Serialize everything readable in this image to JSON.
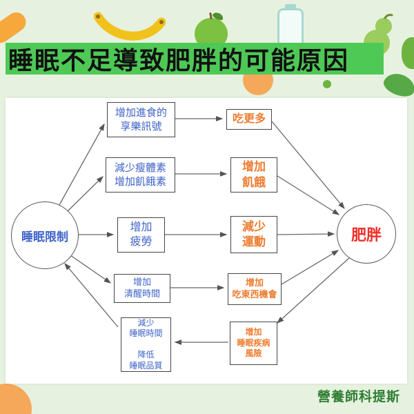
{
  "title": "睡眠不足導致肥胖的可能原因",
  "credit": "營養師科提斯",
  "diagram": {
    "left_node": "睡眠限制",
    "right_node": "肥胖",
    "rows": [
      {
        "cause": "增加進食的\n享樂訊號",
        "effect": "吃更多"
      },
      {
        "cause": "減少瘦體素\n增加飢餓素",
        "effect": "增加\n飢餓"
      },
      {
        "cause": "增加\n疲勞",
        "effect": "減少\n運動"
      },
      {
        "cause": "增加\n清醒時間",
        "effect": "增加\n吃東西機會"
      },
      {
        "cause": "減少\n睡眠時間\n\n降低\n睡眠品質",
        "effect": "增加\n睡眠疾病\n風險"
      }
    ]
  },
  "colors": {
    "title_highlight": "#4ec956",
    "cause_text": "#3f63c9",
    "effect_text": "#ed7d31",
    "left_node_text": "#3f63c9",
    "right_node_text": "#f03028"
  },
  "decorations": [
    "carrot-icon",
    "banana-icon",
    "apple-icon",
    "water-bottle-icon",
    "pear-icon",
    "orange-icon",
    "leaf-icon",
    "green-dot-icon",
    "orange-circle-icon"
  ]
}
